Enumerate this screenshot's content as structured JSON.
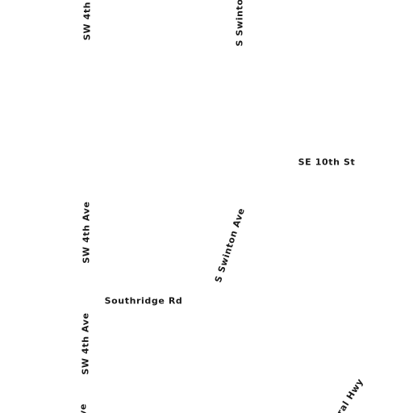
{
  "map": {
    "labels": {
      "sw_4th_top": "SW 4th",
      "s_swinton_top": "S Swinto",
      "se_10th_st": "SE 10th St",
      "sw_4th_ave_mid": "SW 4th Ave",
      "s_swinton_ave": "S Swinton Ave",
      "southridge_rd": "Southridge Rd",
      "sw_4th_ave_low": "SW 4th Ave",
      "ave_bottom": "ve",
      "ral_hwy": "ral Hwy"
    }
  }
}
